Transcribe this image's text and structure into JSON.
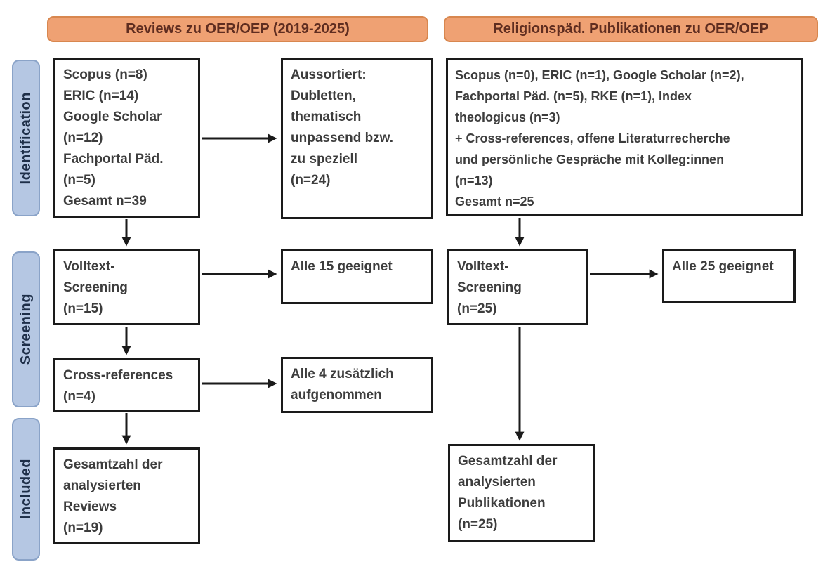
{
  "phases": [
    "Identification",
    "Screening",
    "Included"
  ],
  "left": {
    "header": "Reviews zu OER/OEP (2019-2025)",
    "sources_box": "Scopus (n=8)\nERIC (n=14)\nGoogle Scholar\n(n=12)\nFachportal Päd.\n(n=5)\nGesamt n=39",
    "excluded_box": "Aussortiert:\nDubletten,\nthematisch\nunpassend bzw.\nzu speziell\n(n=24)",
    "fulltext_box": "Volltext-\nScreening\n(n=15)",
    "fulltext_result_box": "Alle 15 geeignet",
    "crossref_box": "Cross-references\n(n=4)",
    "crossref_result_box": "Alle 4 zusätzlich\naufgenommen",
    "included_box": "Gesamtzahl der\nanalysierten\nReviews\n(n=19)"
  },
  "right": {
    "header": "Religionspäd. Publikationen zu OER/OEP",
    "sources_box": "Scopus (n=0), ERIC (n=1), Google Scholar (n=2),\nFachportal Päd. (n=5), RKE (n=1), Index\ntheologicus (n=3)\n+ Cross-references, offene Literaturrecherche\nund persönliche Gespräche mit Kolleg:innen\n(n=13)\nGesamt n=25",
    "fulltext_box": "Volltext-\nScreening\n(n=25)",
    "fulltext_result_box": "Alle 25 geeignet",
    "included_box": "Gesamtzahl der\nanalysierten\nPublikationen\n(n=25)"
  },
  "colors": {
    "header_fill": "#efa173",
    "header_border": "#d8874f",
    "header_text": "#5f2d20",
    "phase_fill": "#b5c7e3",
    "phase_border": "#8aa3c8",
    "phase_text": "#1e2f49",
    "box_border": "#1a1a1a",
    "box_text": "#3d3d3d",
    "arrow": "#1a1a1a"
  }
}
